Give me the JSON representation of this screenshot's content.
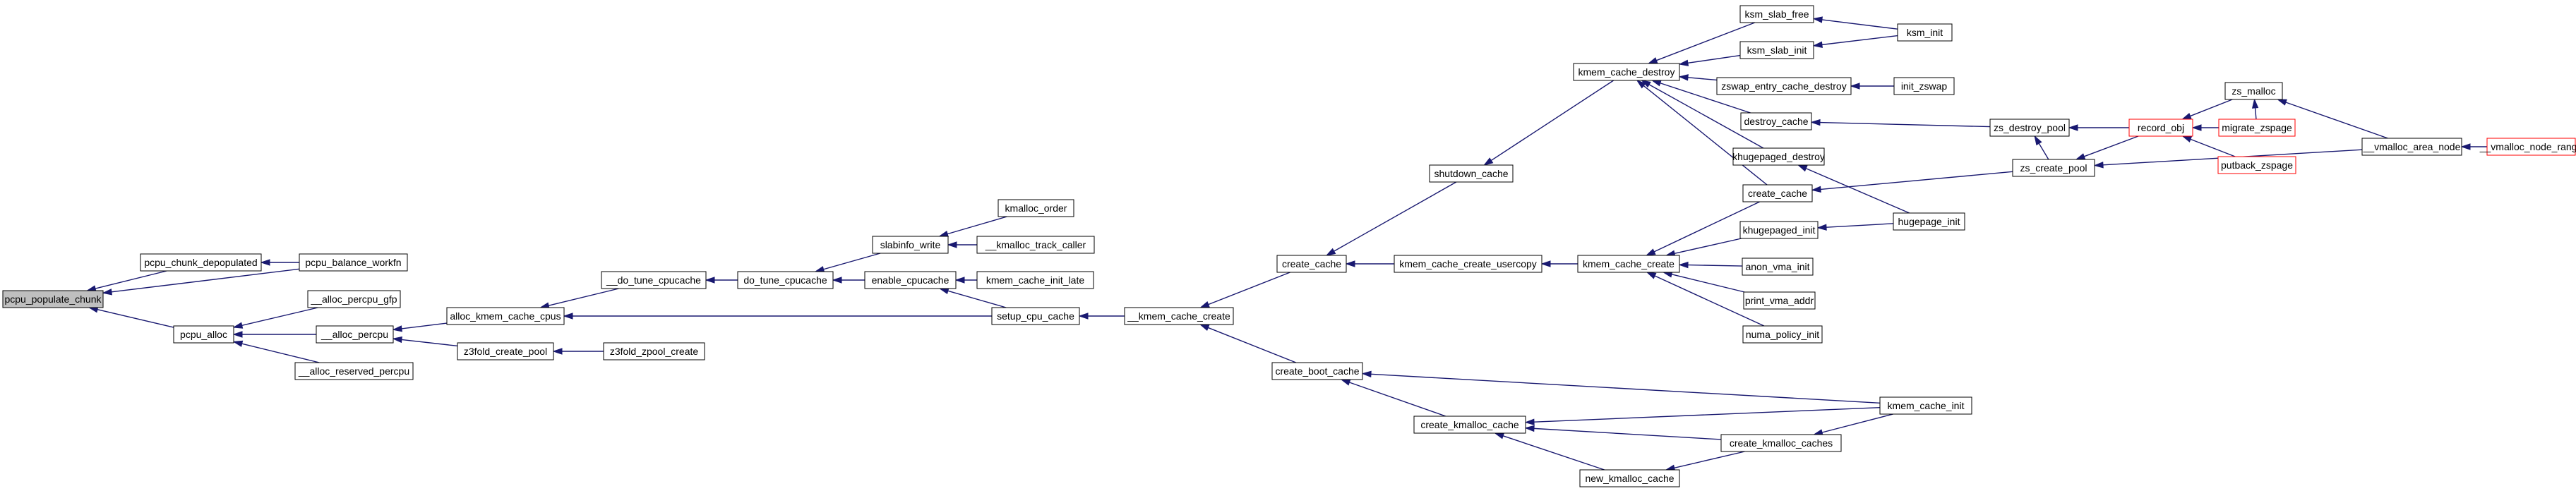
{
  "nodes": {
    "pcpu_populate_chunk": {
      "label": "pcpu_populate_chunk",
      "style": "root"
    },
    "pcpu_chunk_depopulated": {
      "label": "pcpu_chunk_depopulated"
    },
    "pcpu_balance_workfn": {
      "label": "pcpu_balance_workfn"
    },
    "pcpu_alloc": {
      "label": "pcpu_alloc"
    },
    "__alloc_percpu_gfp": {
      "label": "__alloc_percpu_gfp"
    },
    "__alloc_percpu": {
      "label": "__alloc_percpu"
    },
    "__alloc_reserved_percpu": {
      "label": "__alloc_reserved_percpu"
    },
    "alloc_kmem_cache_cpus": {
      "label": "alloc_kmem_cache_cpus"
    },
    "z3fold_create_pool": {
      "label": "z3fold_create_pool"
    },
    "z3fold_zpool_create": {
      "label": "z3fold_zpool_create"
    },
    "__do_tune_cpucache": {
      "label": "__do_tune_cpucache"
    },
    "do_tune_cpucache": {
      "label": "do_tune_cpucache"
    },
    "slabinfo_write": {
      "label": "slabinfo_write"
    },
    "kmalloc_order": {
      "label": "kmalloc_order"
    },
    "__kmalloc_track_caller": {
      "label": "__kmalloc_track_caller"
    },
    "enable_cpucache": {
      "label": "enable_cpucache"
    },
    "kmem_cache_init_late": {
      "label": "kmem_cache_init_late"
    },
    "setup_cpu_cache": {
      "label": "setup_cpu_cache"
    },
    "__kmem_cache_create": {
      "label": "__kmem_cache_create"
    },
    "create_cache": {
      "label": "create_cache"
    },
    "create_boot_cache": {
      "label": "create_boot_cache"
    },
    "shutdown_cache": {
      "label": "shutdown_cache"
    },
    "kmem_cache_create_usercopy": {
      "label": "kmem_cache_create_usercopy"
    },
    "kmem_cache_destroy": {
      "label": "kmem_cache_destroy"
    },
    "kmem_cache_create": {
      "label": "kmem_cache_create"
    },
    "create_kmalloc_cache": {
      "label": "create_kmalloc_cache"
    },
    "new_kmalloc_cache": {
      "label": "new_kmalloc_cache"
    },
    "create_kmalloc_caches": {
      "label": "create_kmalloc_caches"
    },
    "kmem_cache_init": {
      "label": "kmem_cache_init"
    },
    "ksm_slab_free": {
      "label": "ksm_slab_free"
    },
    "ksm_slab_init": {
      "label": "ksm_slab_init"
    },
    "ksm_init": {
      "label": "ksm_init"
    },
    "zswap_entry_cache_destroy": {
      "label": "zswap_entry_cache_destroy"
    },
    "init_zswap": {
      "label": "init_zswap"
    },
    "destroy_cache": {
      "label": "destroy_cache"
    },
    "khugepaged_destroy": {
      "label": "khugepaged_destroy"
    },
    "create_cache2": {
      "label": "create_cache"
    },
    "khugepaged_init": {
      "label": "khugepaged_init"
    },
    "anon_vma_init": {
      "label": "anon_vma_init"
    },
    "print_vma_addr": {
      "label": "print_vma_addr"
    },
    "numa_policy_init": {
      "label": "numa_policy_init"
    },
    "hugepage_init": {
      "label": "hugepage_init"
    },
    "zs_destroy_pool": {
      "label": "zs_destroy_pool"
    },
    "zs_create_pool": {
      "label": "zs_create_pool"
    },
    "record_obj": {
      "label": "record_obj",
      "style": "ext"
    },
    "zs_malloc": {
      "label": "zs_malloc"
    },
    "migrate_zspage": {
      "label": "migrate_zspage",
      "style": "ext"
    },
    "putback_zspage": {
      "label": "putback_zspage",
      "style": "ext"
    },
    "__vmalloc_area_node": {
      "label": "__vmalloc_area_node"
    },
    "__vmalloc_node_range": {
      "label": "__vmalloc_node_range",
      "style": "ext"
    }
  },
  "edges": [
    [
      "pcpu_chunk_depopulated",
      "pcpu_populate_chunk"
    ],
    [
      "pcpu_balance_workfn",
      "pcpu_populate_chunk"
    ],
    [
      "pcpu_alloc",
      "pcpu_populate_chunk"
    ],
    [
      "pcpu_balance_workfn",
      "pcpu_chunk_depopulated"
    ],
    [
      "__alloc_percpu_gfp",
      "pcpu_alloc"
    ],
    [
      "__alloc_percpu",
      "pcpu_alloc"
    ],
    [
      "__alloc_reserved_percpu",
      "pcpu_alloc"
    ],
    [
      "alloc_kmem_cache_cpus",
      "__alloc_percpu"
    ],
    [
      "z3fold_create_pool",
      "__alloc_percpu"
    ],
    [
      "z3fold_zpool_create",
      "z3fold_create_pool"
    ],
    [
      "__do_tune_cpucache",
      "alloc_kmem_cache_cpus"
    ],
    [
      "setup_cpu_cache",
      "alloc_kmem_cache_cpus"
    ],
    [
      "do_tune_cpucache",
      "__do_tune_cpucache"
    ],
    [
      "slabinfo_write",
      "do_tune_cpucache"
    ],
    [
      "enable_cpucache",
      "do_tune_cpucache"
    ],
    [
      "kmalloc_order",
      "slabinfo_write"
    ],
    [
      "__kmalloc_track_caller",
      "slabinfo_write"
    ],
    [
      "kmem_cache_init_late",
      "enable_cpucache"
    ],
    [
      "setup_cpu_cache",
      "enable_cpucache"
    ],
    [
      "__kmem_cache_create",
      "setup_cpu_cache"
    ],
    [
      "create_cache",
      "__kmem_cache_create"
    ],
    [
      "create_boot_cache",
      "__kmem_cache_create"
    ],
    [
      "shutdown_cache",
      "create_cache"
    ],
    [
      "kmem_cache_create_usercopy",
      "create_cache"
    ],
    [
      "kmem_cache_destroy",
      "shutdown_cache"
    ],
    [
      "kmem_cache_create",
      "kmem_cache_create_usercopy"
    ],
    [
      "create_kmalloc_cache",
      "create_boot_cache"
    ],
    [
      "kmem_cache_init",
      "create_boot_cache"
    ],
    [
      "new_kmalloc_cache",
      "create_kmalloc_cache"
    ],
    [
      "create_kmalloc_caches",
      "create_kmalloc_cache"
    ],
    [
      "kmem_cache_init",
      "create_kmalloc_cache"
    ],
    [
      "create_kmalloc_caches",
      "new_kmalloc_cache"
    ],
    [
      "kmem_cache_init",
      "create_kmalloc_caches"
    ],
    [
      "ksm_slab_free",
      "kmem_cache_destroy"
    ],
    [
      "ksm_slab_init",
      "kmem_cache_destroy"
    ],
    [
      "zswap_entry_cache_destroy",
      "kmem_cache_destroy"
    ],
    [
      "destroy_cache",
      "kmem_cache_destroy"
    ],
    [
      "khugepaged_destroy",
      "kmem_cache_destroy"
    ],
    [
      "create_cache2",
      "kmem_cache_destroy"
    ],
    [
      "ksm_init",
      "ksm_slab_free"
    ],
    [
      "ksm_init",
      "ksm_slab_init"
    ],
    [
      "init_zswap",
      "zswap_entry_cache_destroy"
    ],
    [
      "zs_destroy_pool",
      "destroy_cache"
    ],
    [
      "hugepage_init",
      "khugepaged_destroy"
    ],
    [
      "zs_create_pool",
      "create_cache2"
    ],
    [
      "create_cache2",
      "kmem_cache_create"
    ],
    [
      "khugepaged_init",
      "kmem_cache_create"
    ],
    [
      "anon_vma_init",
      "kmem_cache_create"
    ],
    [
      "print_vma_addr",
      "kmem_cache_create"
    ],
    [
      "numa_policy_init",
      "kmem_cache_create"
    ],
    [
      "hugepage_init",
      "khugepaged_init"
    ],
    [
      "zs_create_pool",
      "zs_destroy_pool"
    ],
    [
      "record_obj",
      "zs_destroy_pool"
    ],
    [
      "record_obj",
      "zs_create_pool"
    ],
    [
      "__vmalloc_area_node",
      "zs_create_pool"
    ],
    [
      "zs_malloc",
      "record_obj"
    ],
    [
      "migrate_zspage",
      "record_obj"
    ],
    [
      "putback_zspage",
      "record_obj"
    ],
    [
      "migrate_zspage",
      "zs_malloc"
    ],
    [
      "__vmalloc_area_node",
      "zs_malloc"
    ],
    [
      "__vmalloc_node_range",
      "__vmalloc_area_node"
    ]
  ]
}
